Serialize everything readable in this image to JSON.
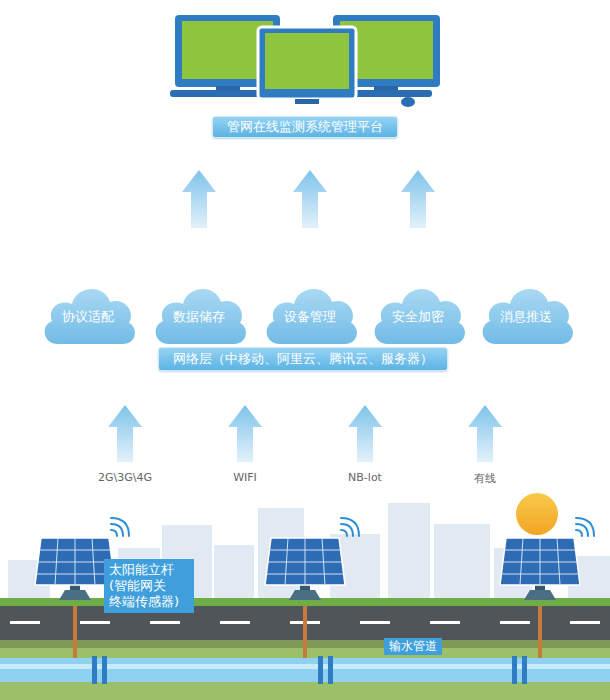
{
  "diagram": {
    "nodes": [
      {
        "text": [
          "管网在线监测系统管理平台"
        ]
      },
      {
        "text": [
          "协议适配"
        ]
      },
      {
        "text": [
          "数据储存"
        ]
      },
      {
        "text": [
          "设备管理"
        ]
      },
      {
        "text": [
          "安全加密"
        ]
      },
      {
        "text": [
          "消息推送"
        ]
      },
      {
        "text": [
          "网络层（中移动、阿里云、腾讯云、服务器）"
        ]
      },
      {
        "text": [
          "太阳能立杆 (智能网关 终端传感器)"
        ]
      },
      {
        "text": [
          "输水管道"
        ]
      }
    ],
    "edges": [
      {
        "from": 2,
        "to": 0,
        "arrow": "to"
      },
      {
        "from": 3,
        "to": 0,
        "arrow": "to"
      },
      {
        "from": 4,
        "to": 0,
        "arrow": "to"
      }
    ],
    "labels": [
      "2G\\3G\\4G",
      "WIFI",
      "NB-lot",
      "有线"
    ]
  }
}
